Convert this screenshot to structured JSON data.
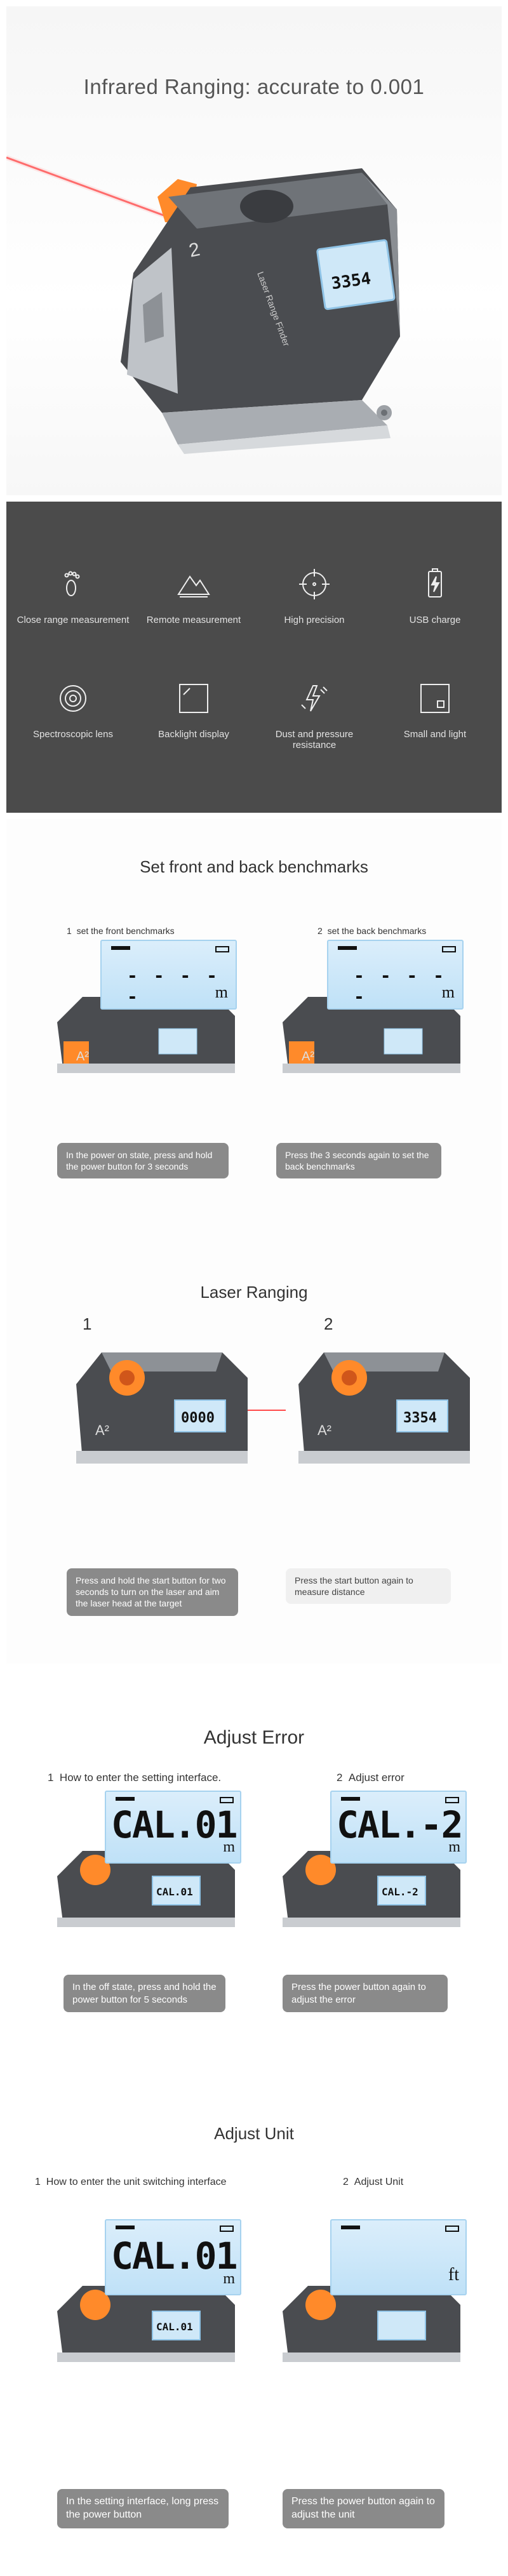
{
  "hero": {
    "title": "Infrared Ranging: accurate to 0.001",
    "device_model": "Laser Range Finder",
    "device_mark": "2",
    "lcd_value": "3354"
  },
  "features": [
    {
      "icon": "footprint-icon",
      "label": "Close range measurement"
    },
    {
      "icon": "mountain-icon",
      "label": "Remote measurement"
    },
    {
      "icon": "crosshair-icon",
      "label": "High precision"
    },
    {
      "icon": "battery-charge-icon",
      "label": "USB charge"
    },
    {
      "icon": "lens-icon",
      "label": "Spectroscopic lens"
    },
    {
      "icon": "backlight-square-icon",
      "label": "Backlight display"
    },
    {
      "icon": "lightning-icon",
      "label": "Dust and pressure resistance"
    },
    {
      "icon": "small-square-icon",
      "label": "Small and light"
    }
  ],
  "benchmarks": {
    "title": "Set front and back benchmarks",
    "step1": {
      "num": "1",
      "label": "set the front benchmarks",
      "lcd": "- - - - -",
      "unit": "m",
      "caption": "In the power on state, press and hold the power button for 3 seconds"
    },
    "step2": {
      "num": "2",
      "label": "set the back benchmarks",
      "lcd": "- - - - -",
      "unit": "m",
      "caption": "Press the 3 seconds again to set the back benchmarks"
    }
  },
  "laser": {
    "title": "Laser Ranging",
    "step1": {
      "num": "1",
      "lcd": "0000",
      "caption": "Press and hold the start button for two seconds to turn on the laser and aim the laser head at the target"
    },
    "step2": {
      "num": "2",
      "lcd": "3354",
      "caption": "Press the start button again to measure distance"
    }
  },
  "error": {
    "title": "Adjust Error",
    "step1": {
      "num": "1",
      "label": "How to enter the setting interface.",
      "lcd": "CAL.01",
      "lcd_small": "CAL.01",
      "unit": "m",
      "caption": "In the off state, press and hold the power button for 5 seconds"
    },
    "step2": {
      "num": "2",
      "label": "Adjust error",
      "lcd": "CAL.-2",
      "lcd_small": "CAL.-2",
      "unit": "m",
      "caption": "Press the power button again to adjust the error"
    }
  },
  "unit": {
    "title": "Adjust Unit",
    "step1": {
      "num": "1",
      "label": "How to enter the unit switching interface",
      "lcd": "CAL.01",
      "lcd_small": "CAL.01",
      "unit": "m",
      "caption": "In the setting interface, long press the power button"
    },
    "step2": {
      "num": "2",
      "label": "Adjust Unit",
      "lcd": "",
      "unit": "ft",
      "caption": "Press the power button again to adjust the unit"
    }
  }
}
